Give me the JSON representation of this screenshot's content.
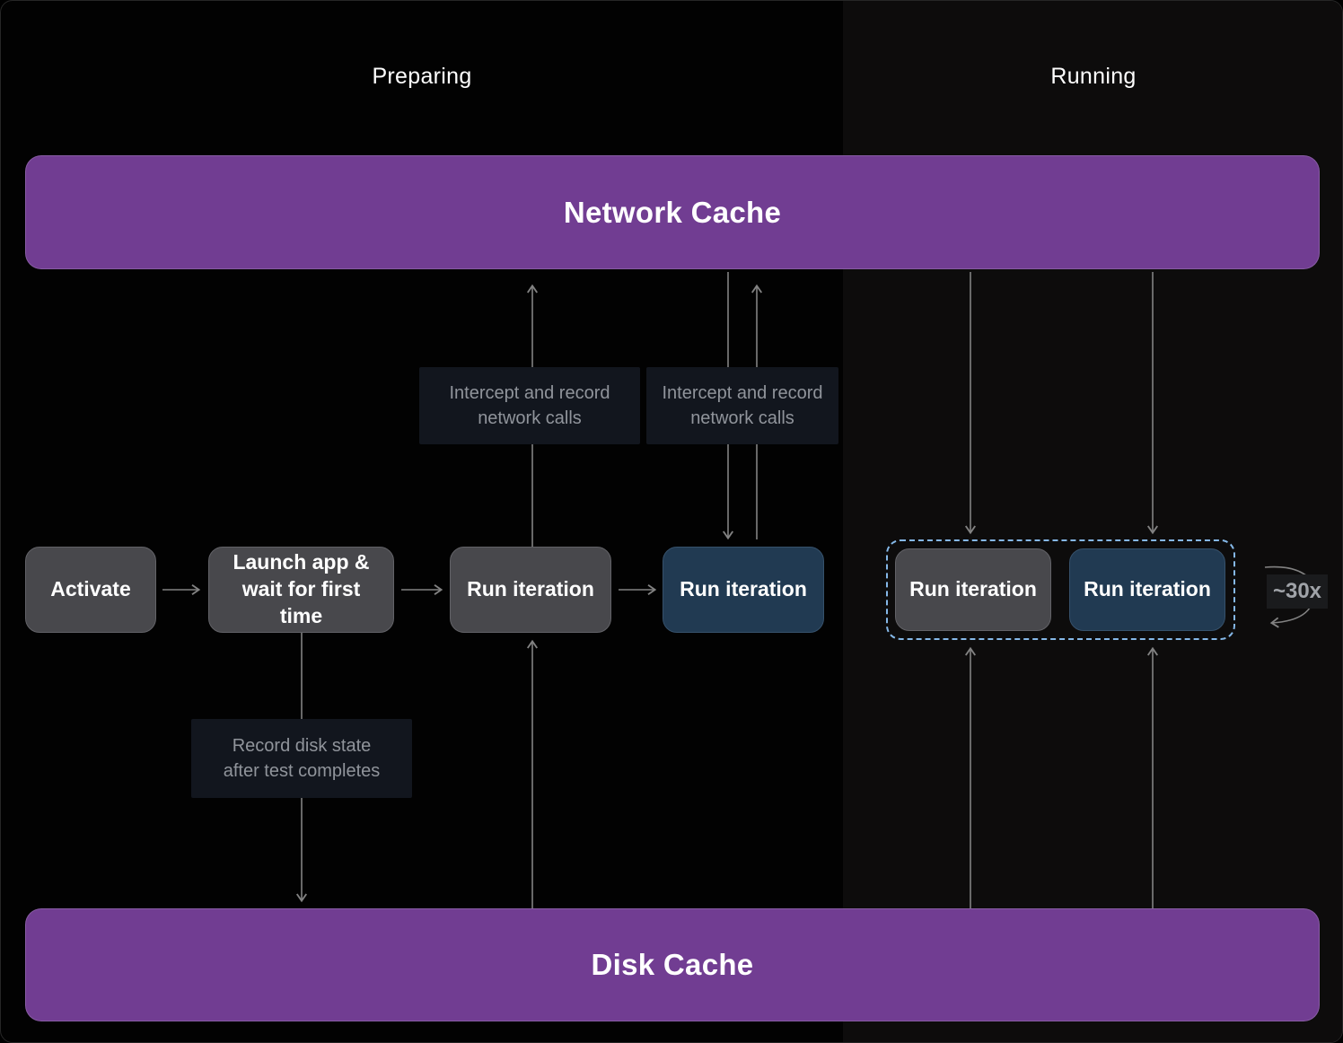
{
  "section_labels": {
    "preparing": "Preparing",
    "running": "Running"
  },
  "caches": {
    "network": "Network Cache",
    "disk": "Disk Cache"
  },
  "nodes": {
    "activate": "Activate",
    "launch_app": "Launch app &\nwait for first time",
    "run_iteration_record": "Run iteration",
    "run_iteration_replay": "Run iteration",
    "run_iteration_loop_a": "Run iteration",
    "run_iteration_loop_b": "Run iteration"
  },
  "annotations": {
    "intercept_record_1": "Intercept and record\nnetwork calls",
    "intercept_record_2": "Intercept and record\nnetwork calls",
    "record_disk_state": "Record disk state\nafter test completes"
  },
  "loop_count_label": "~30x",
  "colors": {
    "cache_purple": "#713d92",
    "node_gray": "#48484c",
    "node_blue": "#213a52",
    "dashed_highlight": "#85b8e8",
    "annotation_bg": "#12161e",
    "annotation_text": "#90949b",
    "arrow": "#828282",
    "background_left": "#020202",
    "background_right": "#0d0c0c"
  }
}
